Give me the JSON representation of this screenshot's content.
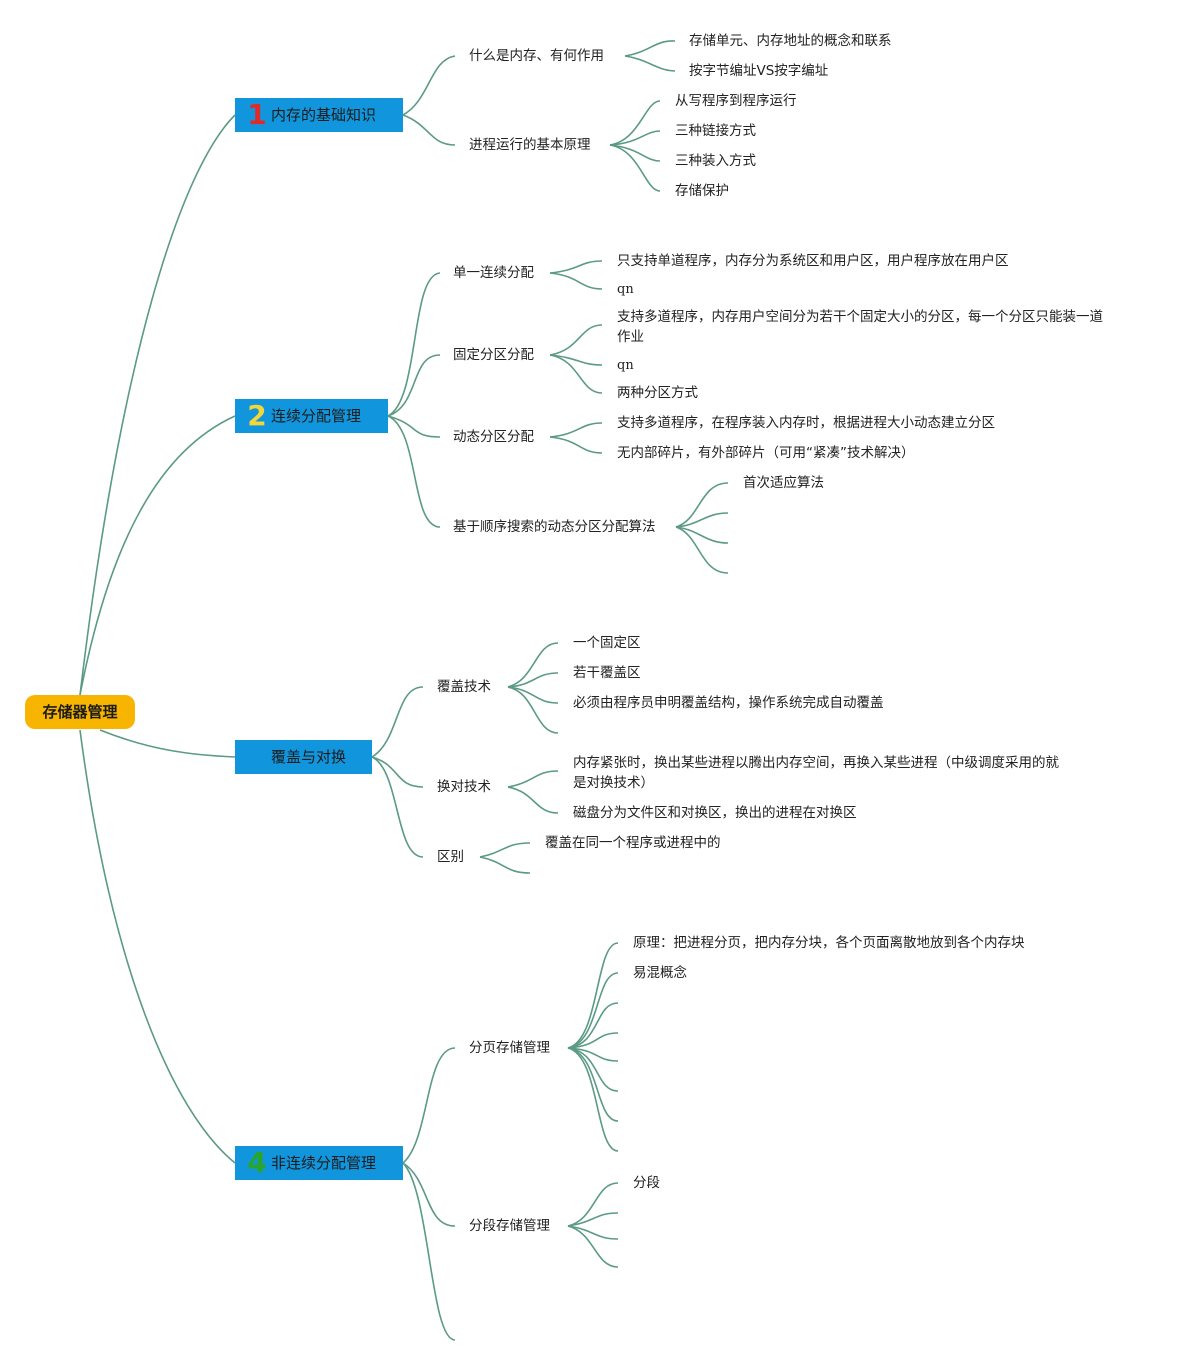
{
  "root": {
    "label": "存储器管理"
  },
  "colors": {
    "root_fill": "#f7b500",
    "branch_fill": "#1196dd",
    "line": "#5b9a86",
    "badge1": "#e02a2a",
    "badge2": "#f2d63a",
    "badge4": "#2aa52a"
  },
  "branches": [
    {
      "badge": "1",
      "label": "内存的基础知识",
      "children": [
        {
          "label": "什么是内存、有何作用",
          "children": [
            "存储单元、内存地址的概念和联系",
            "按字节编址VS按字编址"
          ]
        },
        {
          "label": "进程运行的基本原理",
          "children": [
            "从写程序到程序运行",
            "三种链接方式",
            "三种装入方式",
            "存储保护"
          ]
        }
      ]
    },
    {
      "badge": "2",
      "label": "连续分配管理",
      "children": [
        {
          "label": "单一连续分配",
          "children": [
            "只支持单道程序，内存分为系统区和用户区，用户程序放在用户区",
            "qn"
          ]
        },
        {
          "label": "固定分区分配",
          "children": [
            "支持多道程序，内存用户空间分为若干个固定大小的分区，每一个分区只能装一道作业",
            "qn",
            "两种分区方式"
          ]
        },
        {
          "label": "动态分区分配",
          "children": [
            "支持多道程序，在程序装入内存时，根据进程大小动态建立分区",
            "无内部碎片，有外部碎片（可用“紧凑”技术解决）"
          ]
        },
        {
          "label": "基于顺序搜索的动态分区分配算法",
          "children": [
            "首次适应算法"
          ]
        }
      ]
    },
    {
      "badge": "",
      "label": "覆盖与对换",
      "children": [
        {
          "label": "覆盖技术",
          "children": [
            "一个固定区",
            "若干覆盖区",
            "必须由程序员申明覆盖结构，操作系统完成自动覆盖"
          ]
        },
        {
          "label": "换对技术",
          "children": [
            "内存紧张时，换出某些进程以腾出内存空间，再换入某些进程（中级调度采用的就是对换技术）",
            "磁盘分为文件区和对换区，换出的进程在对换区"
          ]
        },
        {
          "label": "区别",
          "children": [
            "覆盖在同一个程序或进程中的"
          ]
        }
      ]
    },
    {
      "badge": "4",
      "label": "非连续分配管理",
      "children": [
        {
          "label": "分页存储管理",
          "children": [
            "原理：把进程分页，把内存分块，各个页面离散地放到各个内存块",
            "易混概念"
          ]
        },
        {
          "label": "分段存储管理",
          "children": [
            "分段"
          ]
        }
      ]
    }
  ]
}
